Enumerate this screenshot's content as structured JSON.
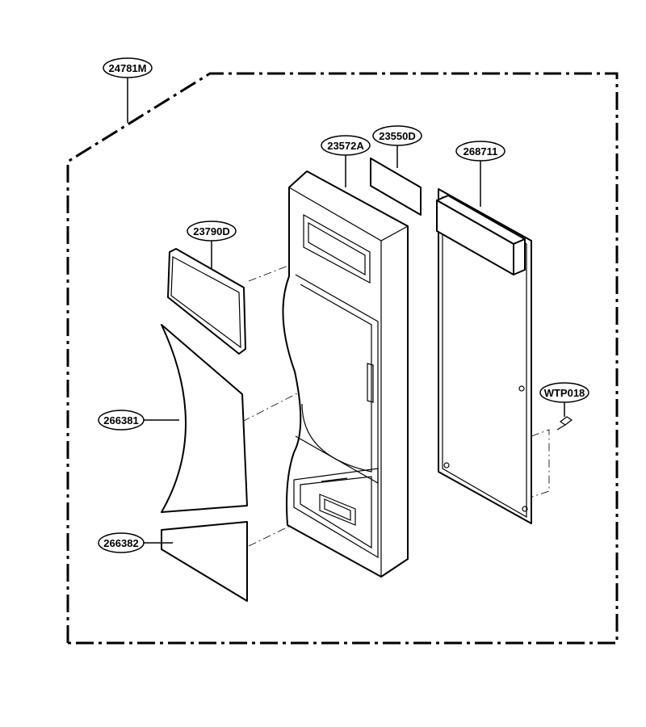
{
  "colors": {
    "line": "#000000",
    "background": "#ffffff"
  },
  "callouts": {
    "assembly": "24781M",
    "panel_frame": "23572A",
    "display_window": "23550D",
    "pcb": "268711",
    "top_window": "23790D",
    "middle_sheet": "266381",
    "bottom_sheet": "266382",
    "screw": "WTP018"
  }
}
